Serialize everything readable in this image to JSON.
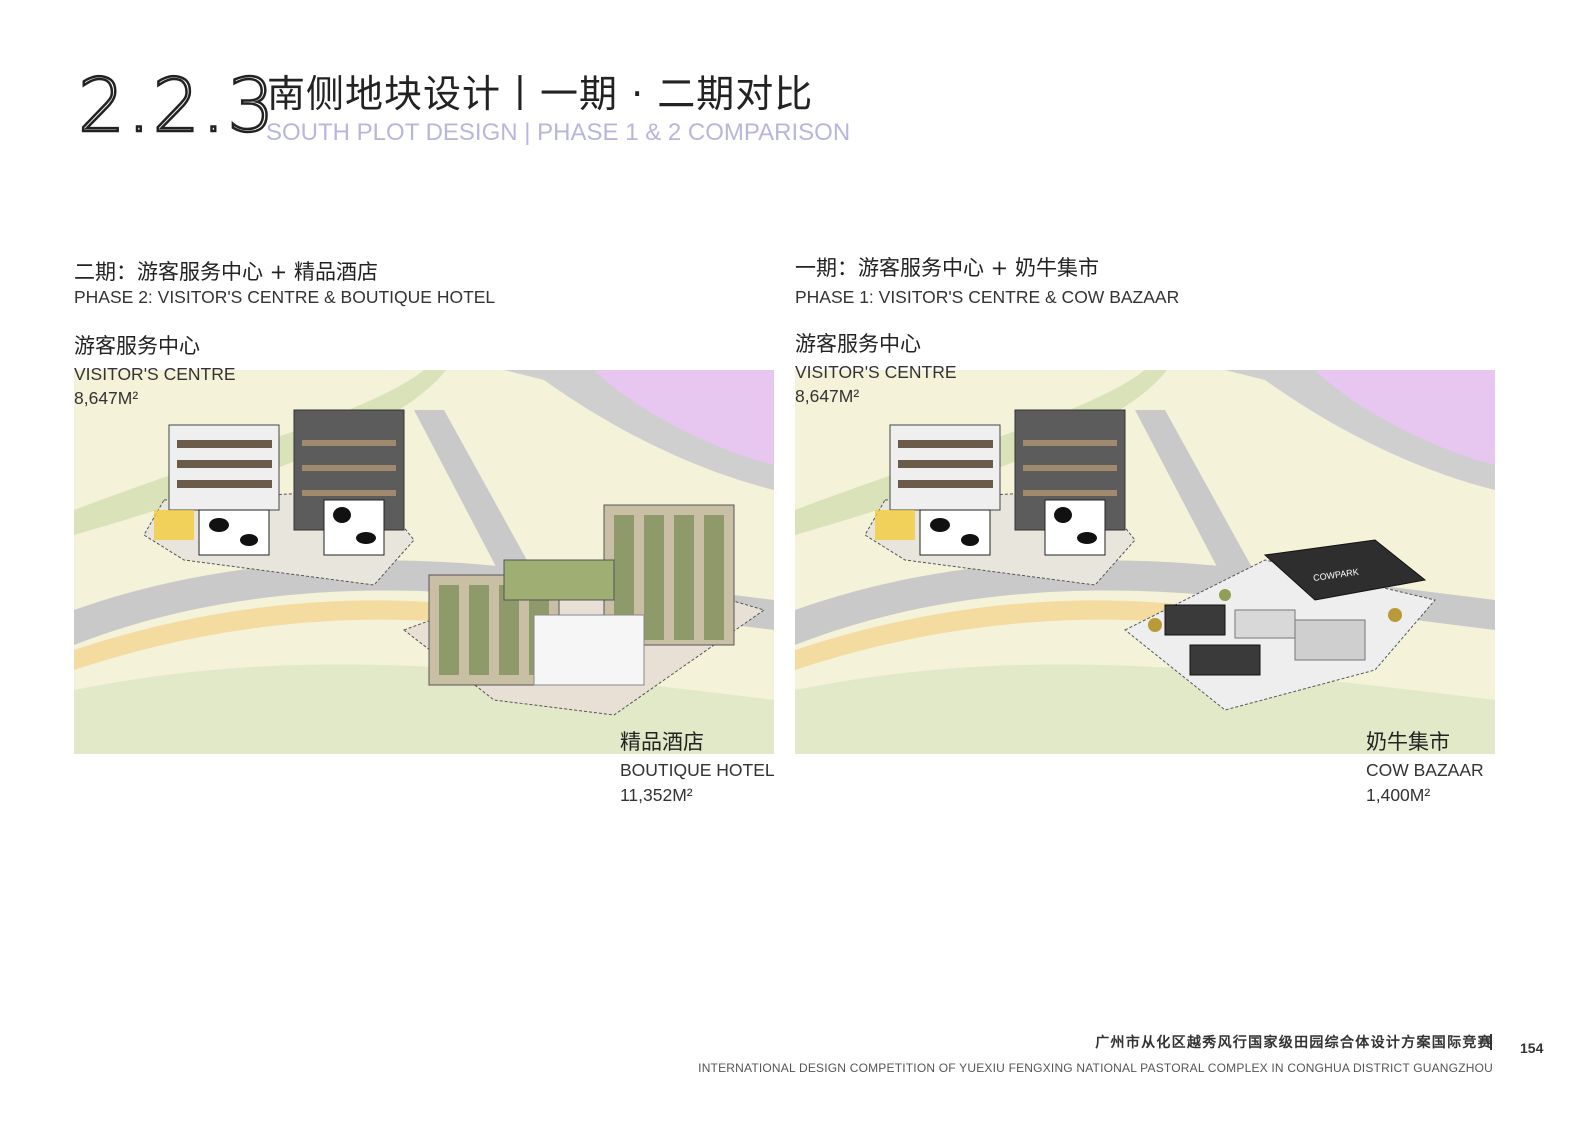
{
  "header": {
    "section_number": "2.2.3",
    "title_cn": "南侧地块设计丨一期 · 二期对比",
    "title_en": "SOUTH PLOT DESIGN | PHASE 1 & 2 COMPARISON"
  },
  "phase2": {
    "title_cn": "二期：游客服务中心 +  精品酒店",
    "title_en": "PHASE 2:  VISITOR'S CENTRE & BOUTIQUE HOTEL",
    "label_a": {
      "cn": "游客服务中心",
      "en": "VISITOR'S CENTRE",
      "area": "8,647M²"
    },
    "label_b": {
      "cn": "精品酒店",
      "en": "BOUTIQUE HOTEL",
      "area": "11,352M²"
    }
  },
  "phase1": {
    "title_cn": "一期：游客服务中心 +  奶牛集市",
    "title_en": "PHASE 1:  VISITOR'S CENTRE & COW BAZAAR",
    "label_a": {
      "cn": "游客服务中心",
      "en": "VISITOR'S CENTRE",
      "area": "8,647M²"
    },
    "label_b": {
      "cn": "奶牛集市",
      "en": "COW BAZAAR",
      "area": "1,400M²"
    },
    "sign_text": "COWPARK"
  },
  "footer": {
    "title_cn": "广州市从化区越秀风行国家级田园综合体设计方案国际竞赛",
    "title_en": "INTERNATIONAL DESIGN COMPETITION OF YUEXIU FENGXING NATIONAL PASTORAL COMPLEX IN CONGHUA DISTRICT GUANGZHOU",
    "page_number": "154"
  },
  "colors": {
    "accent": "#b9b6dd",
    "ground": "#f4f2d9",
    "lawn": "#d9e2b8",
    "road": "#c9c9c9",
    "water_violet": "#e7c6ef",
    "path_yellow": "#f4dba0"
  }
}
